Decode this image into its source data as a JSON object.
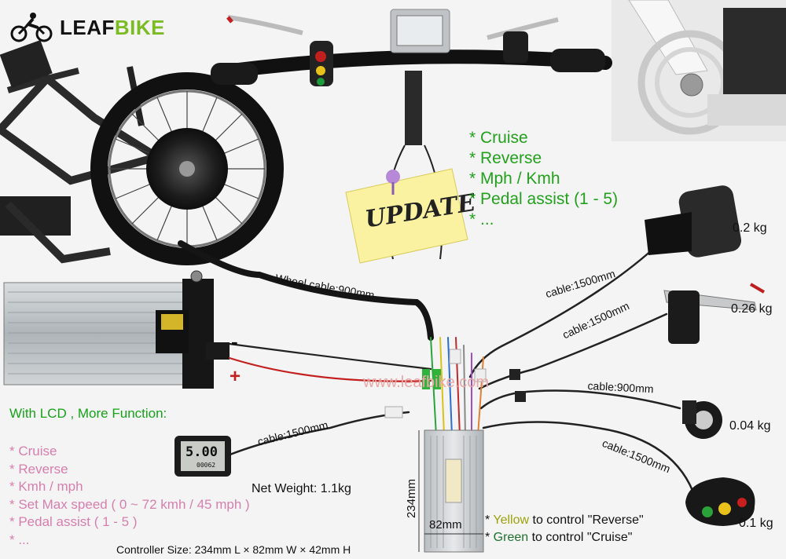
{
  "logo": {
    "text": "LEAFBIKE",
    "icon": "cyclist-icon"
  },
  "update_note": "UPDATE",
  "top_features": [
    "* Cruise",
    "* Reverse",
    "* Mph / Kmh",
    "* Pedal assist (1 - 5)",
    "* ..."
  ],
  "lcd_section": {
    "heading": "With LCD , More Function:",
    "items": [
      "* Cruise",
      "* Reverse",
      "* Kmh / mph",
      "* Set Max speed ( 0 ~ 72 kmh / 45 mph )",
      "* Pedal assist ( 1 - 5 )",
      "* ..."
    ]
  },
  "lcd_display": {
    "speed": "5.00",
    "odo": "00062"
  },
  "cables": {
    "wheel": "Wheel cable:900mm",
    "throttle": "cable:1500mm",
    "brake": "cable:1500mm",
    "pas": "cable:900mm",
    "switch": "cable:1500mm",
    "lcd": "cable:1500mm"
  },
  "weights": {
    "throttle": "0.2 kg",
    "brake": "0.26 kg",
    "pas": "0.04 kg",
    "switch": "0.1 kg",
    "controller": "Net Weight: 1.1kg"
  },
  "battery_terminals": {
    "negative": "-",
    "positive": "+"
  },
  "watermark": "www.leafbike.com",
  "controller_dims": {
    "height": "234mm",
    "width": "82mm",
    "size": "Controller Size: 234mm L × 82mm W × 42mm H"
  },
  "switch_notes": [
    {
      "prefix": "* ",
      "color_word": "Yellow",
      "suffix": " to control \"Reverse\""
    },
    {
      "prefix": "* ",
      "color_word": "Green",
      "suffix": " to control \"Cruise\""
    }
  ],
  "colors": {
    "green": "#22a11d",
    "pink": "#d67fae",
    "yellow": "#9aa20a",
    "dark_green": "#1e6f2d"
  }
}
